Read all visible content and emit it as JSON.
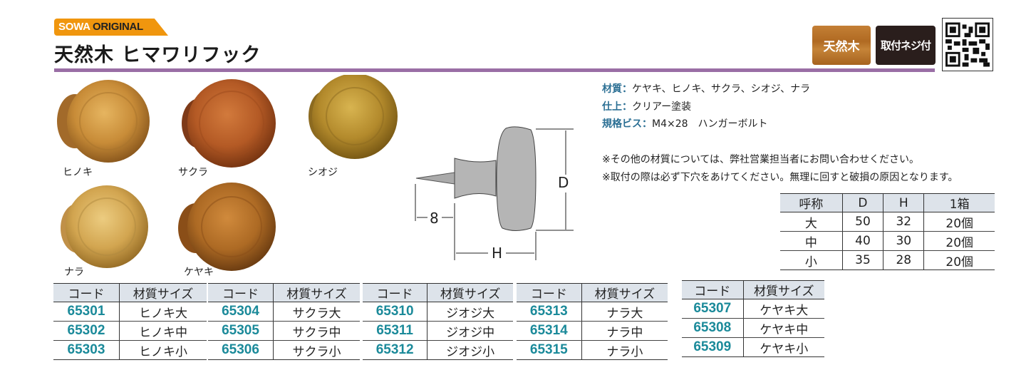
{
  "brand": {
    "white": "SOWA",
    "dark": "ORIGINAL"
  },
  "title": "天然木 ヒマワリフック",
  "badges": {
    "wood": "天然木",
    "screw": "取付ネジ付"
  },
  "colors": {
    "accent_purple": "#9a6ea5",
    "brand_orange": "#f0960e",
    "code_teal": "#1b8a9a",
    "spec_blue": "#2b6f94"
  },
  "specs": [
    {
      "key": "材質：",
      "value": "ケヤキ、ヒノキ、サクラ、シオジ、ナラ"
    },
    {
      "key": "仕上：",
      "value": "クリアー塗装"
    },
    {
      "key": "規格ビス：",
      "value": "M4×28　ハンガーボルト"
    }
  ],
  "notes": [
    "※その他の材質については、弊社営業担当者にお問い合わせください。",
    "※取付の際は必ず下穴をあけてください。無理に回すと破損の原因となります。"
  ],
  "diagram": {
    "d": "D",
    "h": "H",
    "screw": "8"
  },
  "knobs": [
    "ヒノキ",
    "サクラ",
    "シオジ",
    "ナラ",
    "ケヤキ"
  ],
  "dims": {
    "headers": [
      "呼称",
      "D",
      "H",
      "1箱"
    ],
    "rows": [
      [
        "大",
        "50",
        "32",
        "20個"
      ],
      [
        "中",
        "40",
        "30",
        "20個"
      ],
      [
        "小",
        "35",
        "28",
        "20個"
      ]
    ]
  },
  "product_tables": [
    {
      "headers": [
        "コード",
        "材質サイズ"
      ],
      "rows": [
        [
          "65301",
          "ヒノキ大"
        ],
        [
          "65302",
          "ヒノキ中"
        ],
        [
          "65303",
          "ヒノキ小"
        ]
      ]
    },
    {
      "headers": [
        "コード",
        "材質サイズ"
      ],
      "rows": [
        [
          "65304",
          "サクラ大"
        ],
        [
          "65305",
          "サクラ中"
        ],
        [
          "65306",
          "サクラ小"
        ]
      ]
    },
    {
      "headers": [
        "コード",
        "材質サイズ"
      ],
      "rows": [
        [
          "65310",
          "ジオジ大"
        ],
        [
          "65311",
          "ジオジ中"
        ],
        [
          "65312",
          "ジオジ小"
        ]
      ]
    },
    {
      "headers": [
        "コード",
        "材質サイズ"
      ],
      "rows": [
        [
          "65313",
          "ナラ大"
        ],
        [
          "65314",
          "ナラ中"
        ],
        [
          "65315",
          "ナラ小"
        ]
      ]
    },
    {
      "headers": [
        "コード",
        "材質サイズ"
      ],
      "rows": [
        [
          "65307",
          "ケヤキ大"
        ],
        [
          "65308",
          "ケヤキ中"
        ],
        [
          "65309",
          "ケヤキ小"
        ]
      ]
    }
  ]
}
